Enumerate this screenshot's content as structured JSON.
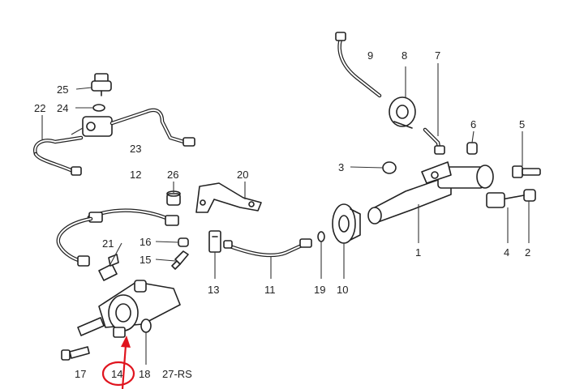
{
  "callouts": [
    {
      "id": "c1",
      "label": "1"
    },
    {
      "id": "c2",
      "label": "2"
    },
    {
      "id": "c3",
      "label": "3"
    },
    {
      "id": "c4",
      "label": "4"
    },
    {
      "id": "c5",
      "label": "5"
    },
    {
      "id": "c6",
      "label": "6"
    },
    {
      "id": "c7",
      "label": "7"
    },
    {
      "id": "c8",
      "label": "8"
    },
    {
      "id": "c9",
      "label": "9"
    },
    {
      "id": "c10",
      "label": "10"
    },
    {
      "id": "c11",
      "label": "11"
    },
    {
      "id": "c12",
      "label": "12"
    },
    {
      "id": "c13",
      "label": "13"
    },
    {
      "id": "c14",
      "label": "14"
    },
    {
      "id": "c15",
      "label": "15"
    },
    {
      "id": "c16",
      "label": "16"
    },
    {
      "id": "c17",
      "label": "17"
    },
    {
      "id": "c18",
      "label": "18"
    },
    {
      "id": "c19",
      "label": "19"
    },
    {
      "id": "c20",
      "label": "20"
    },
    {
      "id": "c21",
      "label": "21"
    },
    {
      "id": "c22",
      "label": "22"
    },
    {
      "id": "c23",
      "label": "23"
    },
    {
      "id": "c24",
      "label": "24"
    },
    {
      "id": "c25",
      "label": "25"
    },
    {
      "id": "c26",
      "label": "26"
    },
    {
      "id": "c27",
      "label": "27-RS"
    }
  ],
  "highlight": {
    "callout": "14",
    "color": "#e0141e"
  }
}
